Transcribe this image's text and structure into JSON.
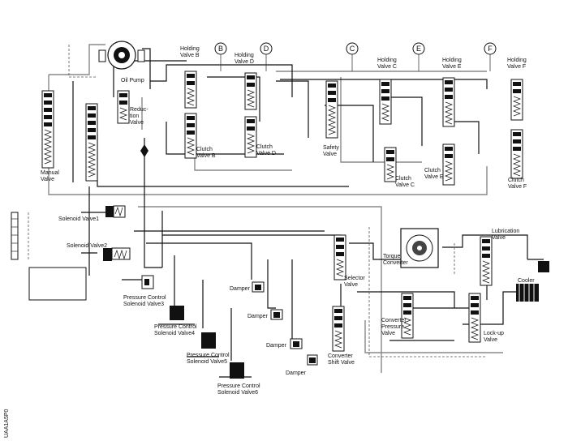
{
  "labels": {
    "oil_pump": "Oil Pump",
    "reduction_valve": "Reduc-\ntion\nValve",
    "manual_valve": "Manual\nValve",
    "holding_valve_b": "Holding\nValve B",
    "holding_valve_d": "Holding\nValve D",
    "clutch_valve_b": "Clutch\nValve B",
    "clutch_valve_d": "Clutch\nValve D",
    "safety_valve": "Safety\nValve",
    "holding_valve_c": "Holding\nValve C",
    "clutch_valve_c": "Clutch\nValve C",
    "holding_valve_e": "Holding\nValve E",
    "clutch_valve_e": "Clutch\nValve E",
    "holding_valve_f": "Holding\nValve F",
    "clutch_valve_f": "Clutch\nValve F",
    "solenoid_valve1": "Solenoid Valve1",
    "solenoid_valve2": "Solenoid Valve2",
    "pressure_control_solenoid_valve3": "Pressure Control\nSolenoid Valve3",
    "pressure_control_solenoid_valve4": "Pressure Control\nSolenoid Valve4",
    "pressure_control_solenoid_valve5": "Pressure Control\nSolenoid Valve5",
    "pressure_control_solenoid_valve6": "Pressure Control\nSolenoid Valve6",
    "damper_1": "Damper",
    "damper_2": "Damper",
    "damper_3": "Damper",
    "damper_4": "Damper",
    "selector_valve": "Selector\nValve",
    "torque_converter": "Torque\nConverter",
    "converter_pressure_valve": "Converter\nPressure\nValve",
    "converter_shift_valve": "Converter\nShift Valve",
    "lubrication_valve": "Lubrication\nValve",
    "lockup_valve": "Lock-up\nValve",
    "cooler": "Cooler"
  },
  "circuit_markers": [
    "B",
    "D",
    "C",
    "E",
    "F"
  ],
  "figure_code": "UAA1A5P0",
  "colors": {
    "line": "#111111",
    "gray_line": "#888888",
    "background": "#ffffff"
  }
}
